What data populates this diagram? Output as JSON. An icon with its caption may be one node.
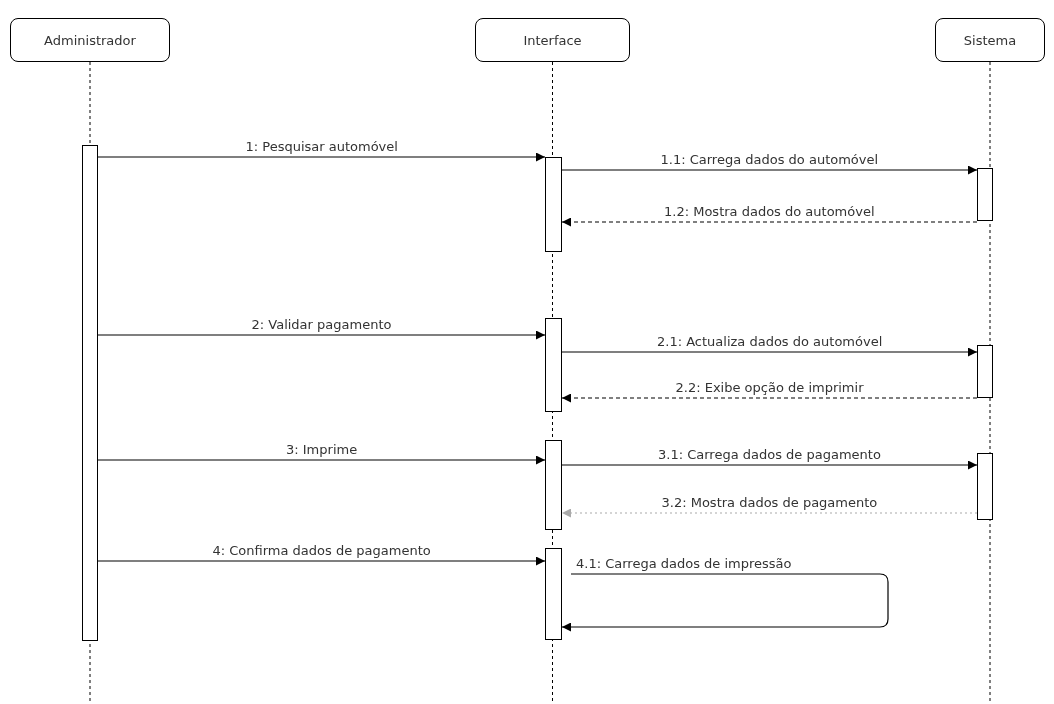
{
  "diagram": {
    "nodes": [
      {
        "text": [
          "Administrador"
        ]
      },
      {
        "text": [
          "Interface"
        ]
      },
      {
        "text": [
          "Sistema"
        ]
      },
      {
        "text": [],
        "shape": "bar"
      },
      {
        "text": [],
        "shape": "bar"
      },
      {
        "text": [],
        "shape": "bar"
      },
      {
        "text": [],
        "shape": "bar"
      },
      {
        "text": [],
        "shape": "bar"
      },
      {
        "text": [],
        "shape": "bar"
      },
      {
        "text": [],
        "shape": "bar"
      },
      {
        "text": [],
        "shape": "bar"
      }
    ],
    "edges": [
      {
        "from": 3,
        "to": 4,
        "arrow": "to",
        "label": "1: Pesquisar automóvel"
      },
      {
        "from": 4,
        "to": 5,
        "arrow": "to",
        "label": "1.1: Carrega dados do automóvel"
      },
      {
        "from": 5,
        "to": 4,
        "arrow": "to",
        "label": "1.2: Mostra dados do automóvel",
        "style": "dashed"
      },
      {
        "from": 3,
        "to": 6,
        "arrow": "to",
        "label": "2: Validar pagamento"
      },
      {
        "from": 6,
        "to": 7,
        "arrow": "to",
        "label": "2.1: Actualiza dados do automóvel"
      },
      {
        "from": 7,
        "to": 6,
        "arrow": "to",
        "label": "2.2: Exibe opção de imprimir",
        "style": "dashed"
      },
      {
        "from": 3,
        "to": 8,
        "arrow": "to",
        "label": "3: Imprime"
      },
      {
        "from": 8,
        "to": 9,
        "arrow": "to",
        "label": "3.1: Carrega dados de pagamento"
      },
      {
        "from": 9,
        "to": 8,
        "arrow": "to",
        "label": "3.2: Mostra dados de pagamento",
        "style": "dashed",
        "color": "#aaaaaa"
      },
      {
        "from": 3,
        "to": 10,
        "arrow": "to",
        "label": "4: Confirma dados de pagamento"
      },
      {
        "from": 10,
        "to": 10,
        "arrow": "to",
        "label": "4.1: Carrega dados de impressão"
      }
    ]
  }
}
